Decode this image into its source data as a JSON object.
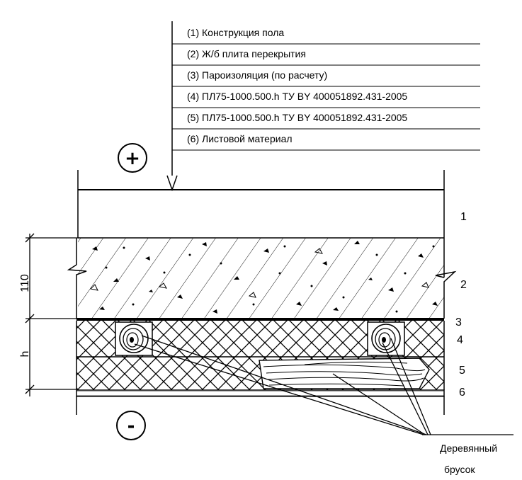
{
  "legend": [
    "(1) Конструкция пола",
    "(2) Ж/б плита перекрытия",
    "(3) Пароизоляция (по расчету)",
    "(4) ПЛ75-1000.500.h ТУ BY 400051892.431-2005",
    "(5) ПЛ75-1000.500.h ТУ BY 400051892.431-2005",
    "(6) Листовой материал"
  ],
  "signs": {
    "plus": "+",
    "minus": "-"
  },
  "layer_numbers": [
    "1",
    "2",
    "3",
    "4",
    "5",
    "6"
  ],
  "dimensions": {
    "slab": "110",
    "insulation": "h"
  },
  "callout": {
    "line1": "Деревянный",
    "line2": "брусок"
  }
}
